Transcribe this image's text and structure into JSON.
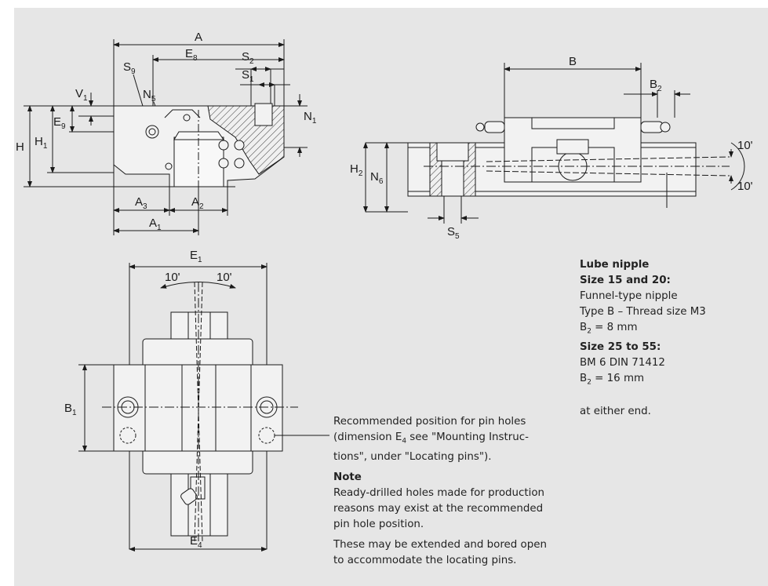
{
  "labels": {
    "A": "A",
    "E": "E",
    "E8_sub": "8",
    "S": "S",
    "S2_sub": "2",
    "S1_sub": "1",
    "S9_sub": "9",
    "V": "V",
    "V1_sub": "1",
    "N": "N",
    "N5_sub": "5",
    "N1_sub": "1",
    "E9_sub": "9",
    "H": "H",
    "H1_sub": "1",
    "A3_sub": "3",
    "A2_sub": "2",
    "A1_sub": "1",
    "B": "B",
    "B2_sub": "2",
    "H2_sub": "2",
    "N6_sub": "6",
    "S5_sub": "5",
    "angle_top": "10'",
    "angle_bottom": "10'",
    "E1_sub": "1",
    "angle_left": "10'",
    "angle_right": "10'",
    "B1_sub": "1",
    "E4_sub": "4"
  },
  "lube": {
    "title": "Lube nipple",
    "size_small_head": "Size 15 and 20:",
    "small_line1": "Funnel-type nipple",
    "small_line2": "Type B – Thread size M3",
    "small_b": "B",
    "small_sub": "2",
    "small_val": " = 8 mm",
    "size_large_head": "Size 25 to 55:",
    "large_line1": "BM 6 DIN 71412",
    "large_b": "B",
    "large_sub": "2",
    "large_val": " = 16 mm",
    "either_end": "at either end."
  },
  "pin": {
    "line1": "Recommended position for pin holes",
    "line2a": "(dimension E",
    "line2_sub": "4",
    "line2b": " see \"Mounting Instruc-",
    "line3": "tions\", under \"Locating pins\").",
    "note_title": "Note",
    "note1": "Ready-drilled holes made for production",
    "note2": "reasons may exist at the recommended",
    "note3": "pin hole position.",
    "note4": "These may be extended and bored open",
    "note5": "to accommodate the locating pins."
  },
  "colors": {
    "panel": "#e6e6e6",
    "part": "#f2f2f2",
    "line": "#1a1a1a"
  }
}
